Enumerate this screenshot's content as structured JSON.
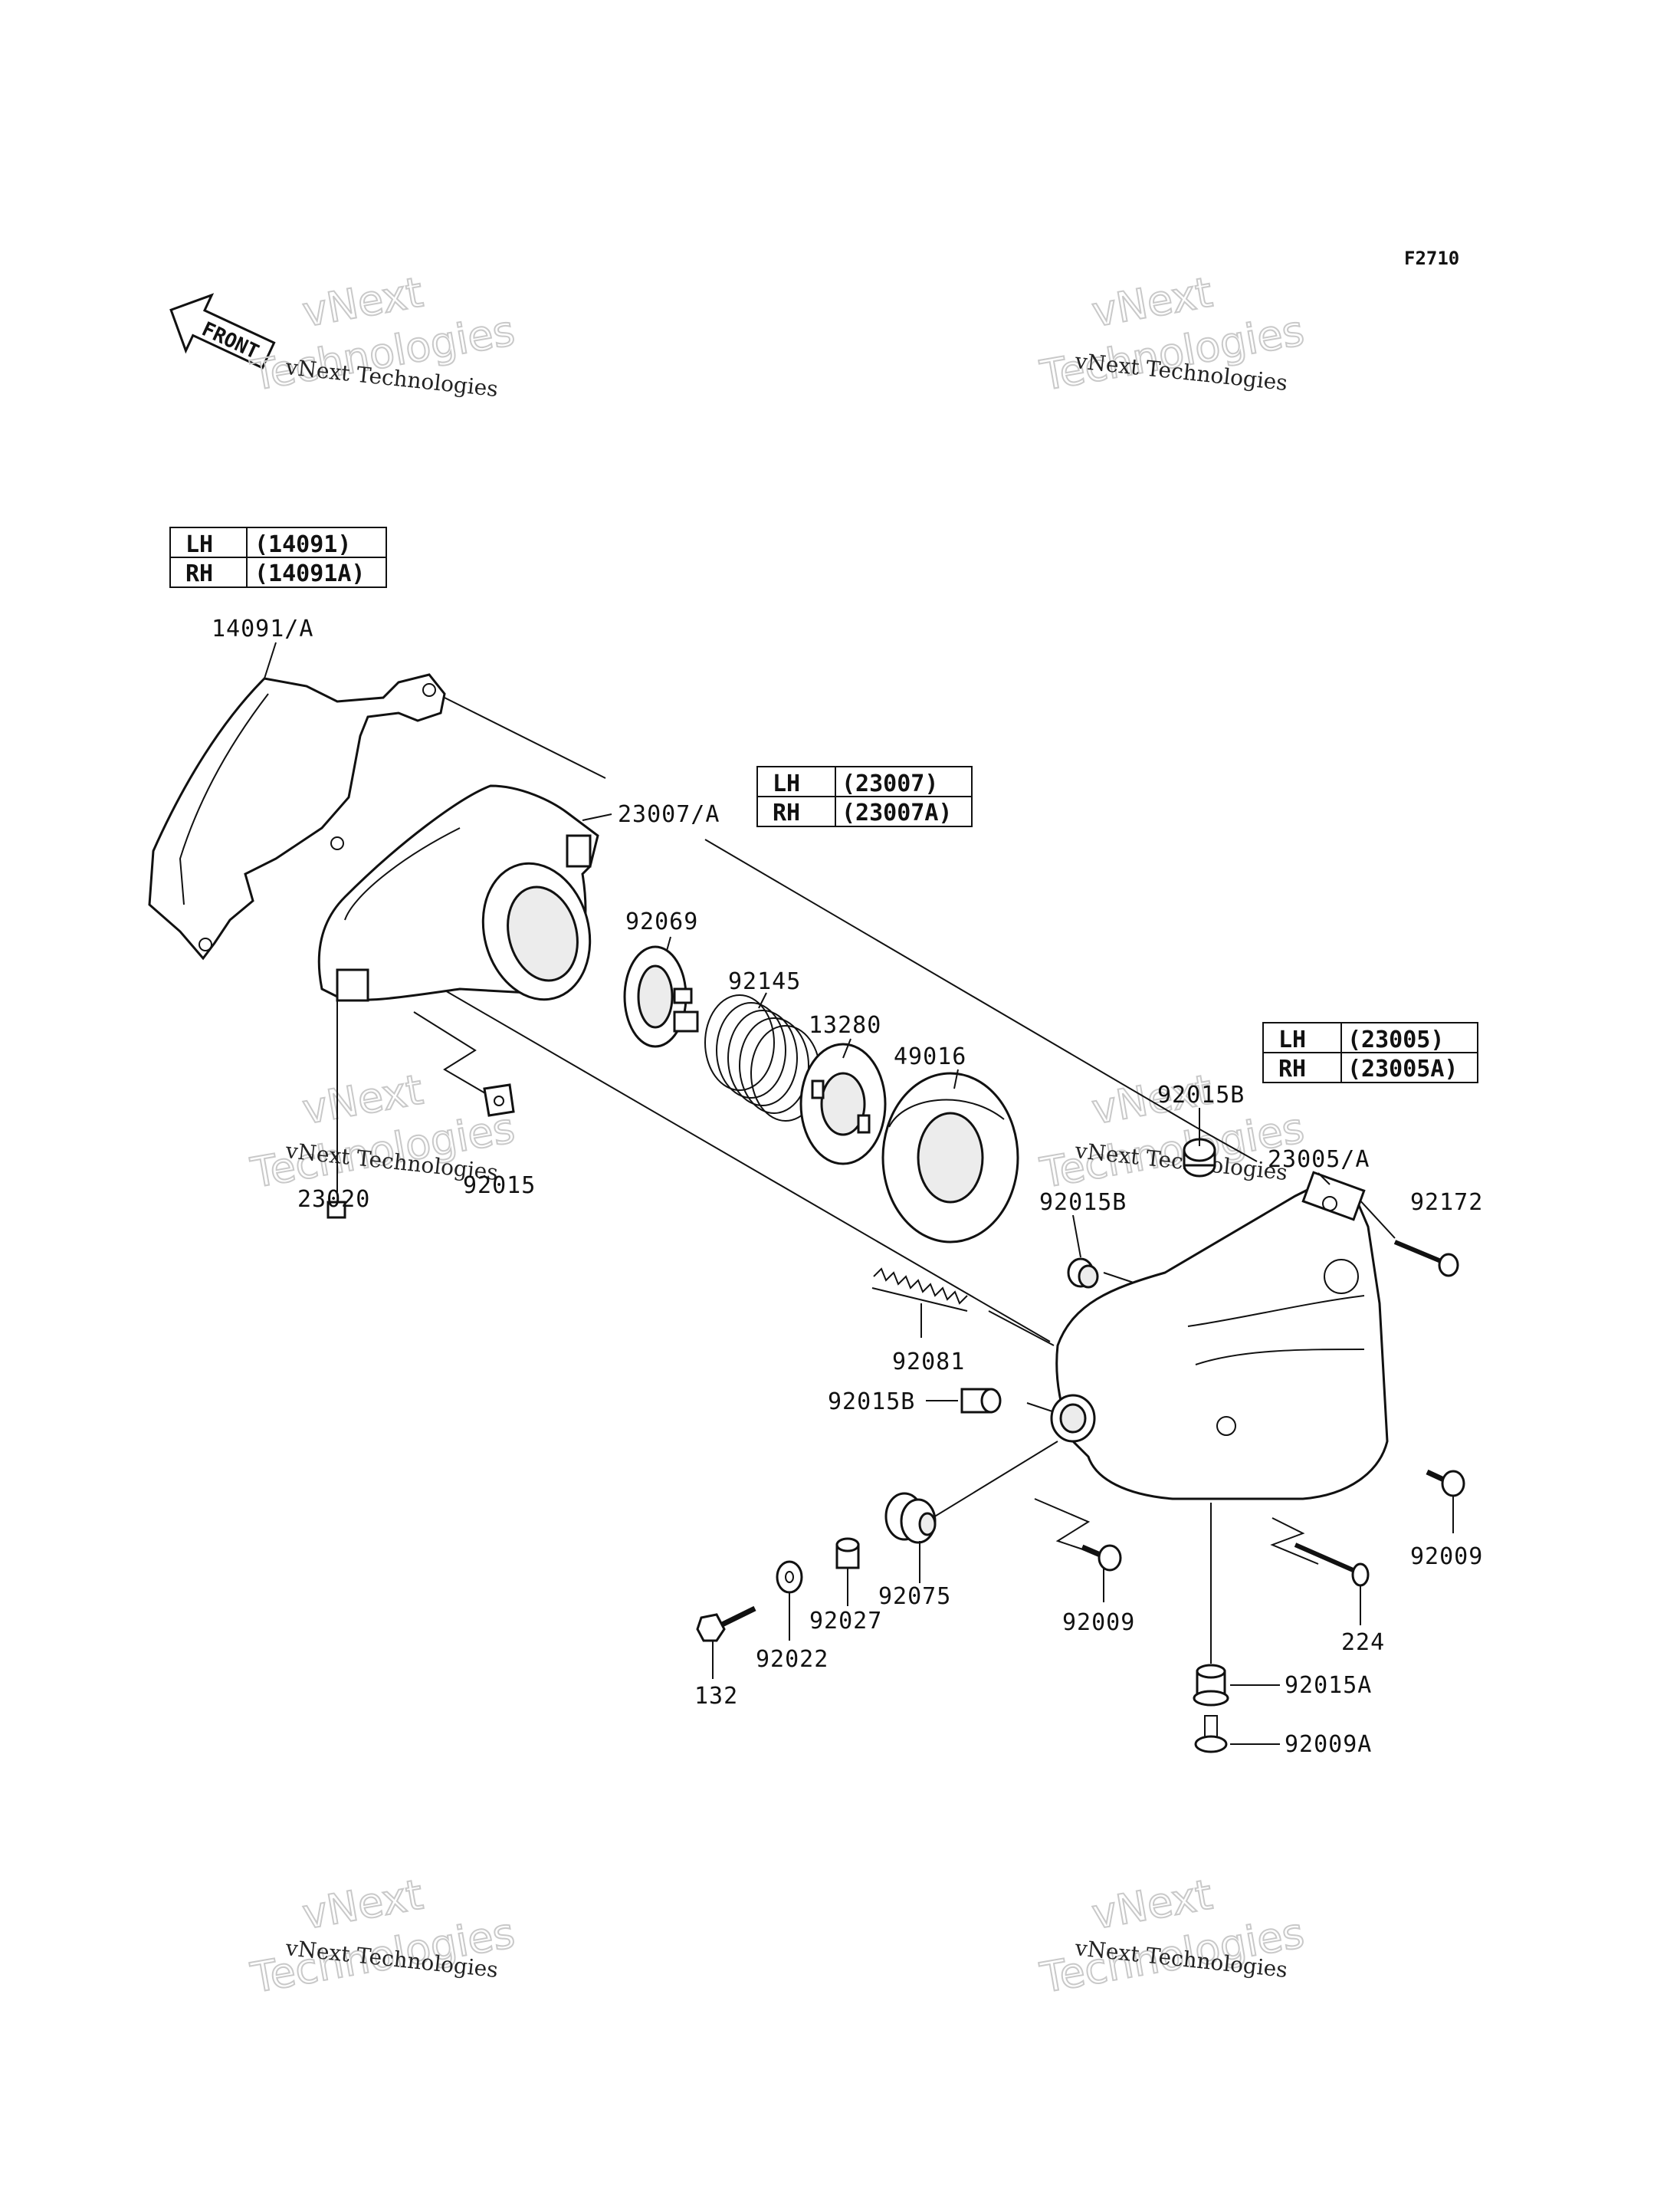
{
  "diagram": {
    "code": "F2710",
    "front_label": "FRONT",
    "watermark": {
      "line1": "vNext",
      "line2": "Technologies",
      "caption": "vNext Technologies"
    },
    "tables": [
      {
        "id": "cover",
        "rows": [
          {
            "side": "LH",
            "part": "(14091)"
          },
          {
            "side": "RH",
            "part": "(14091A)"
          }
        ]
      },
      {
        "id": "headlight",
        "rows": [
          {
            "side": "LH",
            "part": "(23007)"
          },
          {
            "side": "RH",
            "part": "(23007A)"
          }
        ]
      },
      {
        "id": "housing",
        "rows": [
          {
            "side": "LH",
            "part": "(23005)"
          },
          {
            "side": "RH",
            "part": "(23005A)"
          }
        ]
      }
    ],
    "part_labels": {
      "p14091A": "14091/A",
      "p23007A": "23007/A",
      "p92069": "92069",
      "p92145": "92145",
      "p13280": "13280",
      "p49016": "49016",
      "p92015B_1": "92015B",
      "p23005A": "23005/A",
      "p92172": "92172",
      "p92015B_2": "92015B",
      "p23020": "23020",
      "p92015": "92015",
      "p92081": "92081",
      "p92015B_3": "92015B",
      "p92009_1": "92009",
      "p92075": "92075",
      "p92027": "92027",
      "p92022": "92022",
      "p132": "132",
      "p92009_2": "92009",
      "p224": "224",
      "p92015A": "92015A",
      "p92009A": "92009A"
    }
  }
}
